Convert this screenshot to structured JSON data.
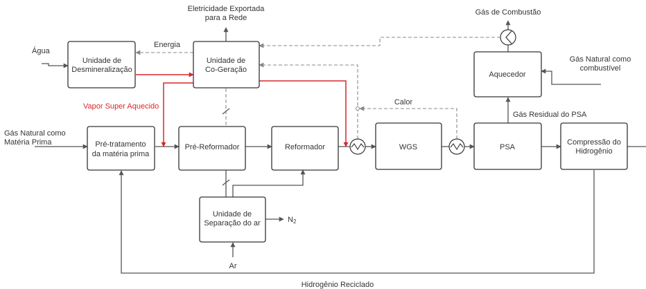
{
  "colors": {
    "line": "#555555",
    "red": "#d9262a",
    "dashed": "#888888",
    "text": "#333333"
  },
  "blocks": {
    "desmineralizacao": [
      "Unidade de",
      "Desmineralização"
    ],
    "cogeracao": [
      "Unidade de",
      "Co-Geração"
    ],
    "pretratamento": [
      "Pré-tratamento",
      "da matéria prima"
    ],
    "prereformador": [
      "Pré-Reformador"
    ],
    "reformador": [
      "Reformador"
    ],
    "wgs": [
      "WGS"
    ],
    "psa": [
      "PSA"
    ],
    "compressao": [
      "Compressão do",
      "Hidrogênio"
    ],
    "aquecedor": [
      "Aquecedor"
    ],
    "separacao": [
      "Unidade de",
      "Separação do ar"
    ]
  },
  "labels": {
    "agua": "Água",
    "energia": "Energia",
    "eletricidade": [
      "Eletricidade Exportada",
      "para a Rede"
    ],
    "vapor": "Vapor Super Aquecido",
    "gas_natural_mp": [
      "Gás Natural como",
      "Matéria Prima"
    ],
    "calor": "Calor",
    "gas_combustao": "Gás de Combustão",
    "gas_natural_comb": [
      "Gás Natural como",
      "combustível"
    ],
    "gas_residual": "Gás Residual do PSA",
    "n2_base": "N",
    "n2_sub": "2",
    "ar": "Ar",
    "hidrogenio_reciclado": "Hidrogênio Reciclado"
  }
}
